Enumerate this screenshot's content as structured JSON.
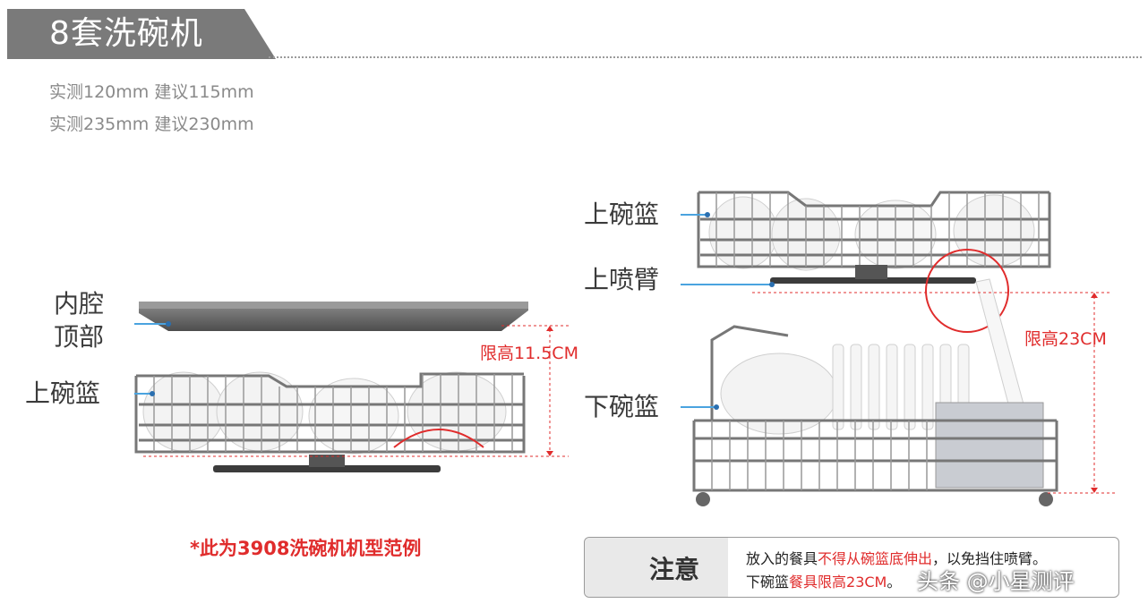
{
  "header": {
    "title": "8套洗碗机"
  },
  "measurements": [
    "实测120mm 建议115mm",
    "实测235mm 建议230mm"
  ],
  "left_diagram": {
    "label_cavity_top_line1": "内腔",
    "label_cavity_top_line2": "顶部",
    "label_upper_basket": "上碗篮",
    "height_limit": "限高11.5CM"
  },
  "right_diagram": {
    "label_upper_basket": "上碗篮",
    "label_upper_spray_arm": "上喷臂",
    "label_lower_basket": "下碗篮",
    "height_limit": "限高23CM"
  },
  "example_note": "*此为3908洗碗机机型范例",
  "notice": {
    "title": "注意",
    "line1_a": "放入的餐具",
    "line1_red": "不得从碗篮底伸出",
    "line1_b": "，以免挡住喷臂。",
    "line2_a": "下碗篮",
    "line2_red": "餐具限高23CM",
    "line2_b": "。"
  },
  "watermark": "头条 @小星测评",
  "colors": {
    "accent_red": "#e02c2c",
    "title_gray": "#7a7a7a",
    "leader_blue": "#4aa3df"
  }
}
